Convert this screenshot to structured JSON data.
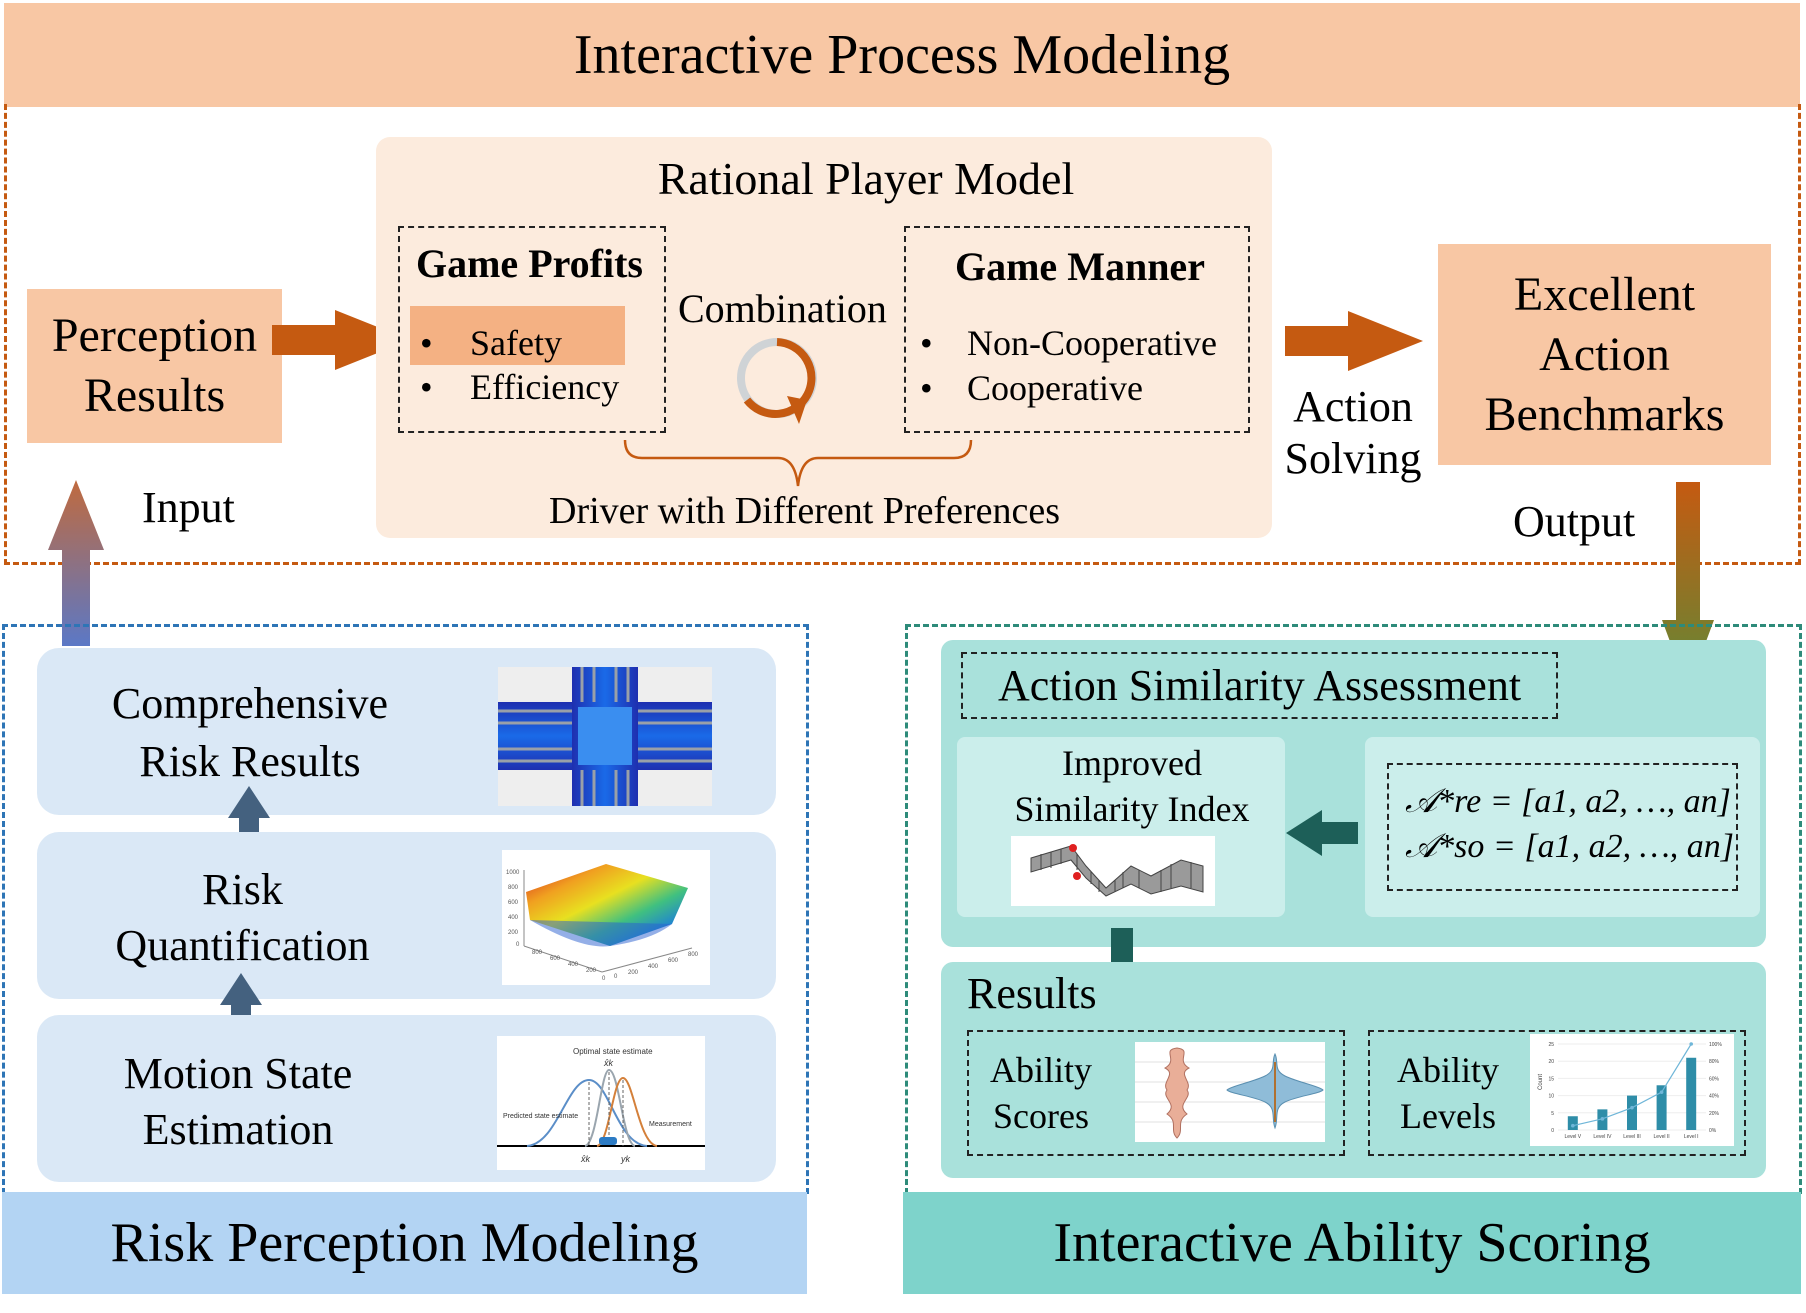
{
  "top_section": {
    "title": "Interactive Process Modeling",
    "perception_results": "Perception Results",
    "input_label": "Input",
    "rational_player_model": {
      "title": "Rational Player Model",
      "game_profits": {
        "title": "Game Profits",
        "items": [
          "Safety",
          "Efficiency"
        ]
      },
      "combination_label": "Combination",
      "game_manner": {
        "title": "Game Manner",
        "items": [
          "Non-Cooperative",
          "Cooperative"
        ]
      },
      "driver_label": "Driver with Different Preferences"
    },
    "action_solving_label": "Action Solving",
    "excellent_action_benchmarks": "Excellent Action Benchmarks",
    "output_label": "Output"
  },
  "left_section": {
    "title": "Risk Perception Modeling",
    "blocks": [
      {
        "label": "Comprehensive Risk Results",
        "image_icon": "risk-heatmap-icon"
      },
      {
        "label": "Risk Quantification",
        "image_icon": "surface-plot-icon"
      },
      {
        "label": "Motion State Estimation",
        "image_icon": "kalman-filter-icon"
      }
    ],
    "kalman_plot": {
      "title": "Optimal state estimate",
      "left_label": "Predicted state estimate",
      "right_label": "Measurement",
      "peak_label": "x̂k",
      "x_labels": [
        "x̂k",
        "yk"
      ]
    },
    "surface_plot": {
      "z_ticks": [
        "1000",
        "800",
        "600",
        "400",
        "200",
        "0"
      ],
      "x_ticks": [
        "800",
        "600",
        "400",
        "200",
        "0"
      ],
      "y_ticks": [
        "0",
        "200",
        "400",
        "600",
        "800"
      ]
    }
  },
  "right_section": {
    "title": "Interactive Ability Scoring",
    "assessment_title": "Action Similarity Assessment",
    "similarity_index_label": "Improved Similarity Index",
    "formulas": [
      "𝒜*re = [a1, a2, …, an]",
      "𝒜*so = [a1, a2, …, an]"
    ],
    "results_label": "Results",
    "ability_scores_label": "Ability Scores",
    "ability_levels_label": "Ability Levels",
    "levels_chart": {
      "type": "bar",
      "categories": [
        "Level V",
        "Level IV",
        "Level III",
        "Level II",
        "Level I"
      ],
      "values": [
        4,
        6,
        10,
        13,
        21
      ],
      "cumulative_percent": [
        5,
        13,
        26,
        44,
        100
      ],
      "ylabel": "Count",
      "y_ticks": [
        "25",
        "20",
        "15",
        "10",
        "5",
        "0"
      ],
      "y2_ticks": [
        "100%",
        "80%",
        "60%",
        "40%",
        "20%",
        "0%"
      ],
      "ylim": [
        0,
        25
      ]
    }
  },
  "colors": {
    "top_header": "#F8C7A4",
    "top_dashed_border": "#C55A11",
    "peach_panel": "#FCEBDD",
    "orange_box": "#F8C7A4",
    "safety_highlight": "#F4B183",
    "orange_arrow": "#C55A11",
    "left_header": "#B3D4F3",
    "left_dashed_border": "#2E75B6",
    "left_panel": "#DAE8F6",
    "dark_arrow": "#44617F",
    "right_header": "#7ED3CB",
    "right_dashed_border": "#2E8B7A",
    "teal_panel": "#A9E1DB",
    "light_teal": "#CBEEEB",
    "teal_arrow": "#1D5F58"
  }
}
